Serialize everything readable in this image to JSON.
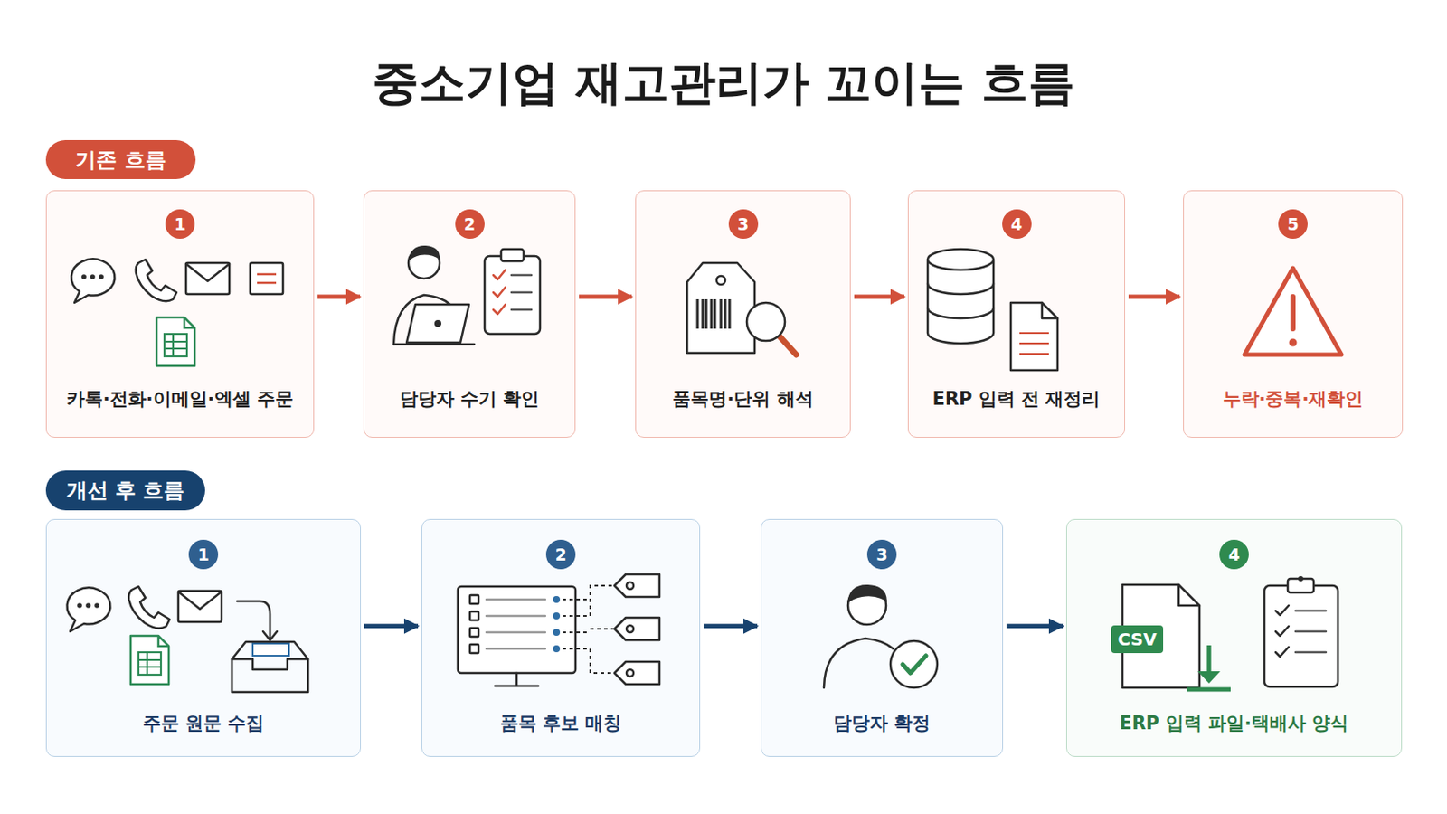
{
  "diagram": {
    "title": "중소기업 재고관리가 꼬이는 흐름",
    "nodes": [
      {
        "text": [
          "기존 흐름"
        ]
      },
      {
        "text": [
          "카톡·전화·이메일·엑셀 주문"
        ]
      },
      {
        "text": [
          "1"
        ],
        "in": 1
      },
      {
        "text": [
          "담당자 수기 확인"
        ]
      },
      {
        "text": [
          "2"
        ],
        "in": 3
      },
      {
        "text": [
          "품목명·단위 해석"
        ]
      },
      {
        "text": [
          "3"
        ],
        "in": 5
      },
      {
        "text": [
          "ERP 입력 전 재정리"
        ]
      },
      {
        "text": [
          "4"
        ],
        "in": 7
      },
      {
        "text": [
          "누락·중복·재확인"
        ]
      },
      {
        "text": [
          "5"
        ],
        "in": 9
      },
      {
        "text": [
          "개선 후 흐름"
        ]
      },
      {
        "text": [
          "주문 원문 수집"
        ]
      },
      {
        "text": [
          "1"
        ],
        "in": 12
      },
      {
        "text": [
          "품목 후보 매칭"
        ]
      },
      {
        "text": [
          "2"
        ],
        "in": 14
      },
      {
        "text": [
          "담당자 확정"
        ]
      },
      {
        "text": [
          "3"
        ],
        "in": 16
      },
      {
        "text": [
          "ERP 입력 파일·택배사 양식"
        ]
      },
      {
        "text": [
          "4"
        ],
        "in": 18
      }
    ],
    "edges": [
      {
        "from": 1,
        "to": 3,
        "arrow": "to"
      },
      {
        "from": 3,
        "to": 5,
        "arrow": "to"
      },
      {
        "from": 5,
        "to": 7,
        "arrow": "to"
      },
      {
        "from": 7,
        "to": 9,
        "arrow": "to"
      },
      {
        "from": 12,
        "to": 14,
        "arrow": "to"
      },
      {
        "from": 14,
        "to": 16,
        "arrow": "to"
      },
      {
        "from": 16,
        "to": 18,
        "arrow": "to"
      }
    ],
    "labels": [
      "CSV"
    ]
  }
}
